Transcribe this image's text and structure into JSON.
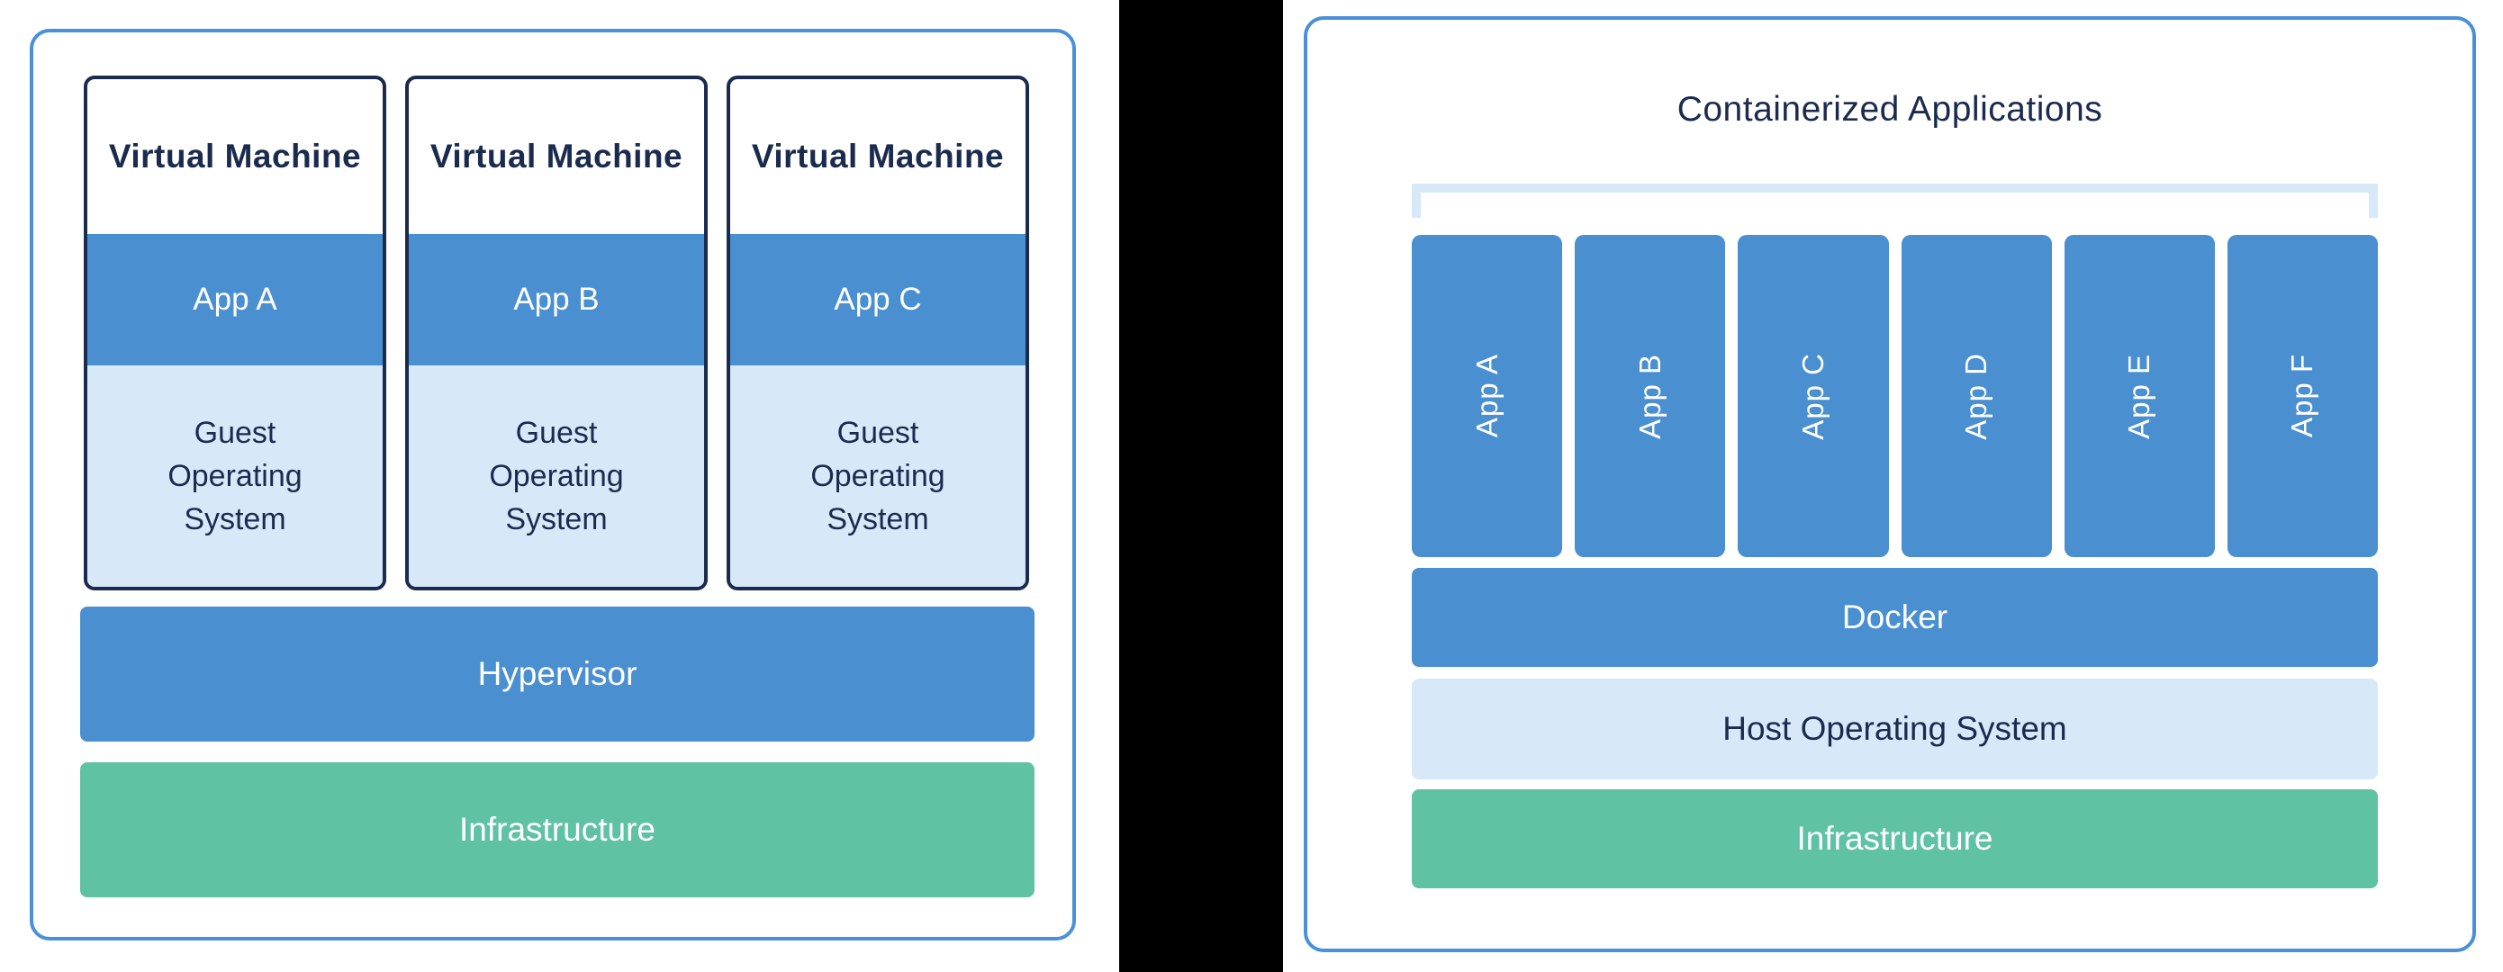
{
  "left_panel": {
    "virtual_machines": [
      {
        "title": "Virtual Machine",
        "app": "App A",
        "os": "Guest Operating System"
      },
      {
        "title": "Virtual Machine",
        "app": "App B",
        "os": "Guest Operating System"
      },
      {
        "title": "Virtual Machine",
        "app": "App C",
        "os": "Guest Operating System"
      }
    ],
    "hypervisor_label": "Hypervisor",
    "infrastructure_label": "Infrastructure"
  },
  "right_panel": {
    "title": "Containerized Applications",
    "apps": [
      "App A",
      "App B",
      "App C",
      "App D",
      "App E",
      "App F"
    ],
    "docker_label": "Docker",
    "host_os_label": "Host Operating System",
    "infrastructure_label": "Infrastructure"
  },
  "colors": {
    "blue": "#4A90D1",
    "lightblue": "#D7E8F8",
    "green": "#5FC2A3",
    "navy": "#1B2B4E",
    "border-blue": "#4A90D9",
    "divider": "#000000",
    "white": "#FFFFFF"
  }
}
